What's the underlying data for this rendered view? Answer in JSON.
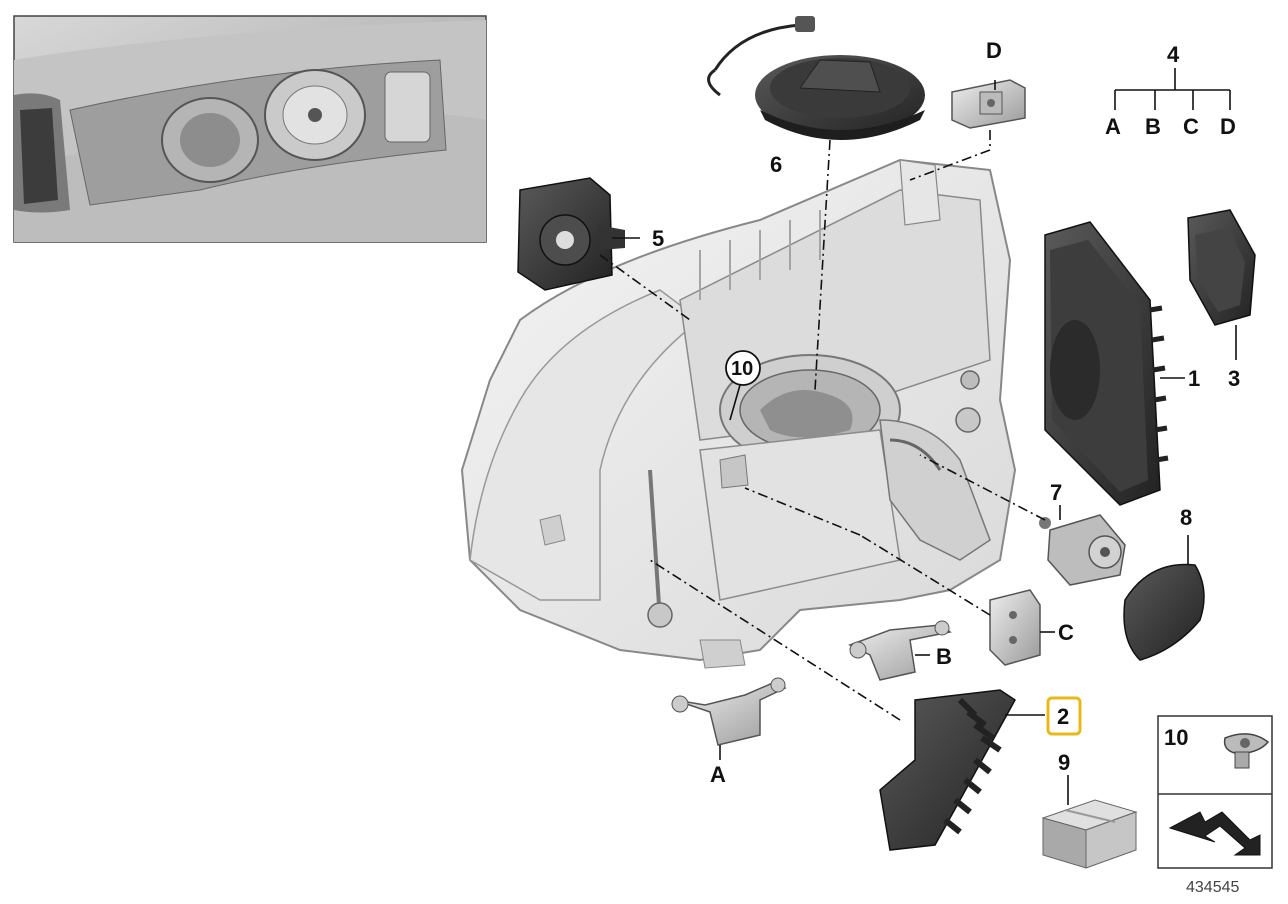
{
  "callouts": {
    "c1": "1",
    "c2": "2",
    "c3": "3",
    "c4": "4",
    "c5": "5",
    "c6": "6",
    "c7": "7",
    "c8": "8",
    "c9": "9",
    "c10": "10",
    "A": "A",
    "B": "B",
    "C": "C",
    "D": "D"
  },
  "variant_tree": {
    "root": "4",
    "variants": [
      "A",
      "B",
      "C",
      "D"
    ]
  },
  "inset": {
    "box_label": "10"
  },
  "diagram_number": "434545",
  "highlight_color": "#e8b91a"
}
